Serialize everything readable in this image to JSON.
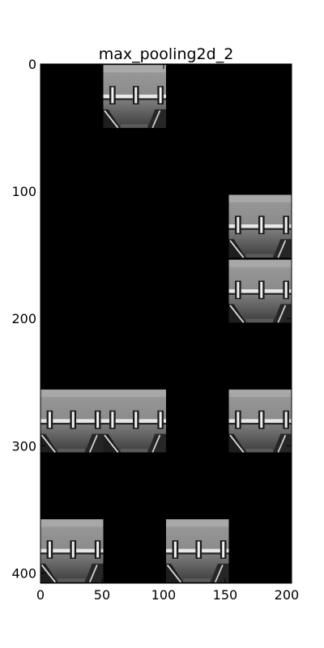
{
  "chart_data": {
    "type": "heatmap",
    "title": "max_pooling2d_2",
    "xlabel": "",
    "ylabel": "",
    "xlim": [
      0,
      204
    ],
    "ylim": [
      408,
      0
    ],
    "x_ticks": [
      0,
      50,
      100,
      150,
      200
    ],
    "y_ticks": [
      0,
      100,
      200,
      300,
      400
    ],
    "grid": false,
    "tile_size": [
      51,
      51
    ],
    "grid_shape": {
      "rows": 8,
      "cols": 4
    },
    "background_color": "#000000",
    "active_tiles": [
      {
        "row": 0,
        "col": 1
      },
      {
        "row": 2,
        "col": 3
      },
      {
        "row": 3,
        "col": 3
      },
      {
        "row": 5,
        "col": 0
      },
      {
        "row": 5,
        "col": 1
      },
      {
        "row": 5,
        "col": 3
      },
      {
        "row": 7,
        "col": 0
      },
      {
        "row": 7,
        "col": 2
      }
    ]
  }
}
